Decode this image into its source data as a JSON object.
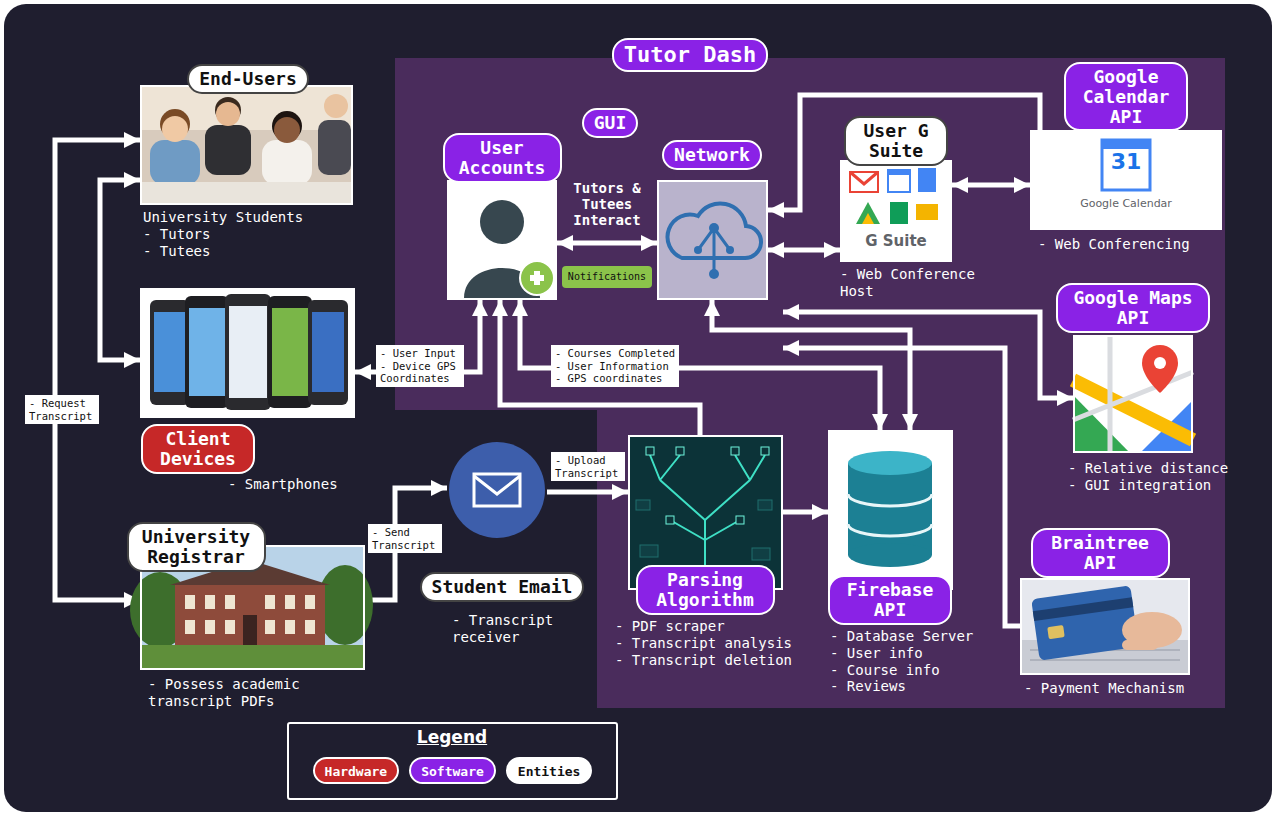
{
  "diagram": {
    "nodes": [
      {
        "text": [
          "End-Users",
          "University Students - Tutors - Tutees"
        ]
      },
      {
        "text": [
          "Tutor Dash"
        ]
      },
      {
        "text": [
          "GUI"
        ],
        "in": 1
      },
      {
        "text": [
          "User Accounts"
        ],
        "in": 2
      },
      {
        "text": [
          "Network"
        ],
        "in": 2
      },
      {
        "text": [
          "Notifications"
        ],
        "in": 2
      },
      {
        "text": [
          "User G Suite",
          "- Web Conference Host"
        ],
        "in": 1
      },
      {
        "text": [
          "Google Calendar API",
          "- Web Conferencing"
        ],
        "in": 1
      },
      {
        "text": [
          "Google Maps API",
          "- Relative distance - GUI integration"
        ],
        "in": 1
      },
      {
        "text": [
          "Client Devices",
          "- Smartphones"
        ]
      },
      {
        "text": [
          "University Registrar",
          "- Possess academic transcript PDFs"
        ]
      },
      {
        "text": [
          "Student Email",
          "- Transcript receiver"
        ]
      },
      {
        "text": [
          "Parsing Algorithm",
          "- PDF scraper - Transcript analysis - Transcript deletion"
        ],
        "in": 1
      },
      {
        "text": [
          "Firebase API",
          "- Database Server - User info - Course info - Reviews"
        ],
        "in": 1
      },
      {
        "text": [
          "Braintree API",
          "- Payment Mechanism"
        ],
        "in": 1
      }
    ],
    "edges": [
      {
        "from": 0,
        "to": 9,
        "arrow": "both"
      },
      {
        "from": 0,
        "to": 10,
        "arrow": "both",
        "label": "- Request Transcript"
      },
      {
        "from": 9,
        "to": 3,
        "arrow": "both",
        "label": "- User Input - Device GPS Coordinates"
      },
      {
        "from": 3,
        "to": 4,
        "arrow": "both",
        "label": "Tutors & Tutees Interact"
      },
      {
        "from": 3,
        "to": 13,
        "arrow": "both",
        "label": "- Courses Completed - User Information - GPS coordinates"
      },
      {
        "from": 4,
        "to": 13,
        "arrow": "both"
      },
      {
        "from": 12,
        "to": 3,
        "arrow": "to"
      },
      {
        "from": 12,
        "to": 13,
        "arrow": "to"
      },
      {
        "from": 11,
        "to": 12,
        "arrow": "to",
        "label": "- Upload Transcript"
      },
      {
        "from": 10,
        "to": 11,
        "arrow": "to",
        "label": "- Send Transcript"
      },
      {
        "from": 7,
        "to": 4,
        "arrow": "to"
      },
      {
        "from": 4,
        "to": 6,
        "arrow": "both"
      },
      {
        "from": 6,
        "to": 7,
        "arrow": "both"
      },
      {
        "from": 2,
        "to": 8,
        "arrow": "both"
      },
      {
        "from": 14,
        "to": 2,
        "arrow": "to"
      }
    ],
    "labels": [
      "31",
      "Google Calendar",
      "G Suite",
      "Legend"
    ],
    "legend": [
      {
        "text": "Hardware",
        "color": "#c62828"
      },
      {
        "text": "Software",
        "color": "#8a22e6"
      },
      {
        "text": "Entities",
        "color": "#ffffff"
      }
    ]
  }
}
